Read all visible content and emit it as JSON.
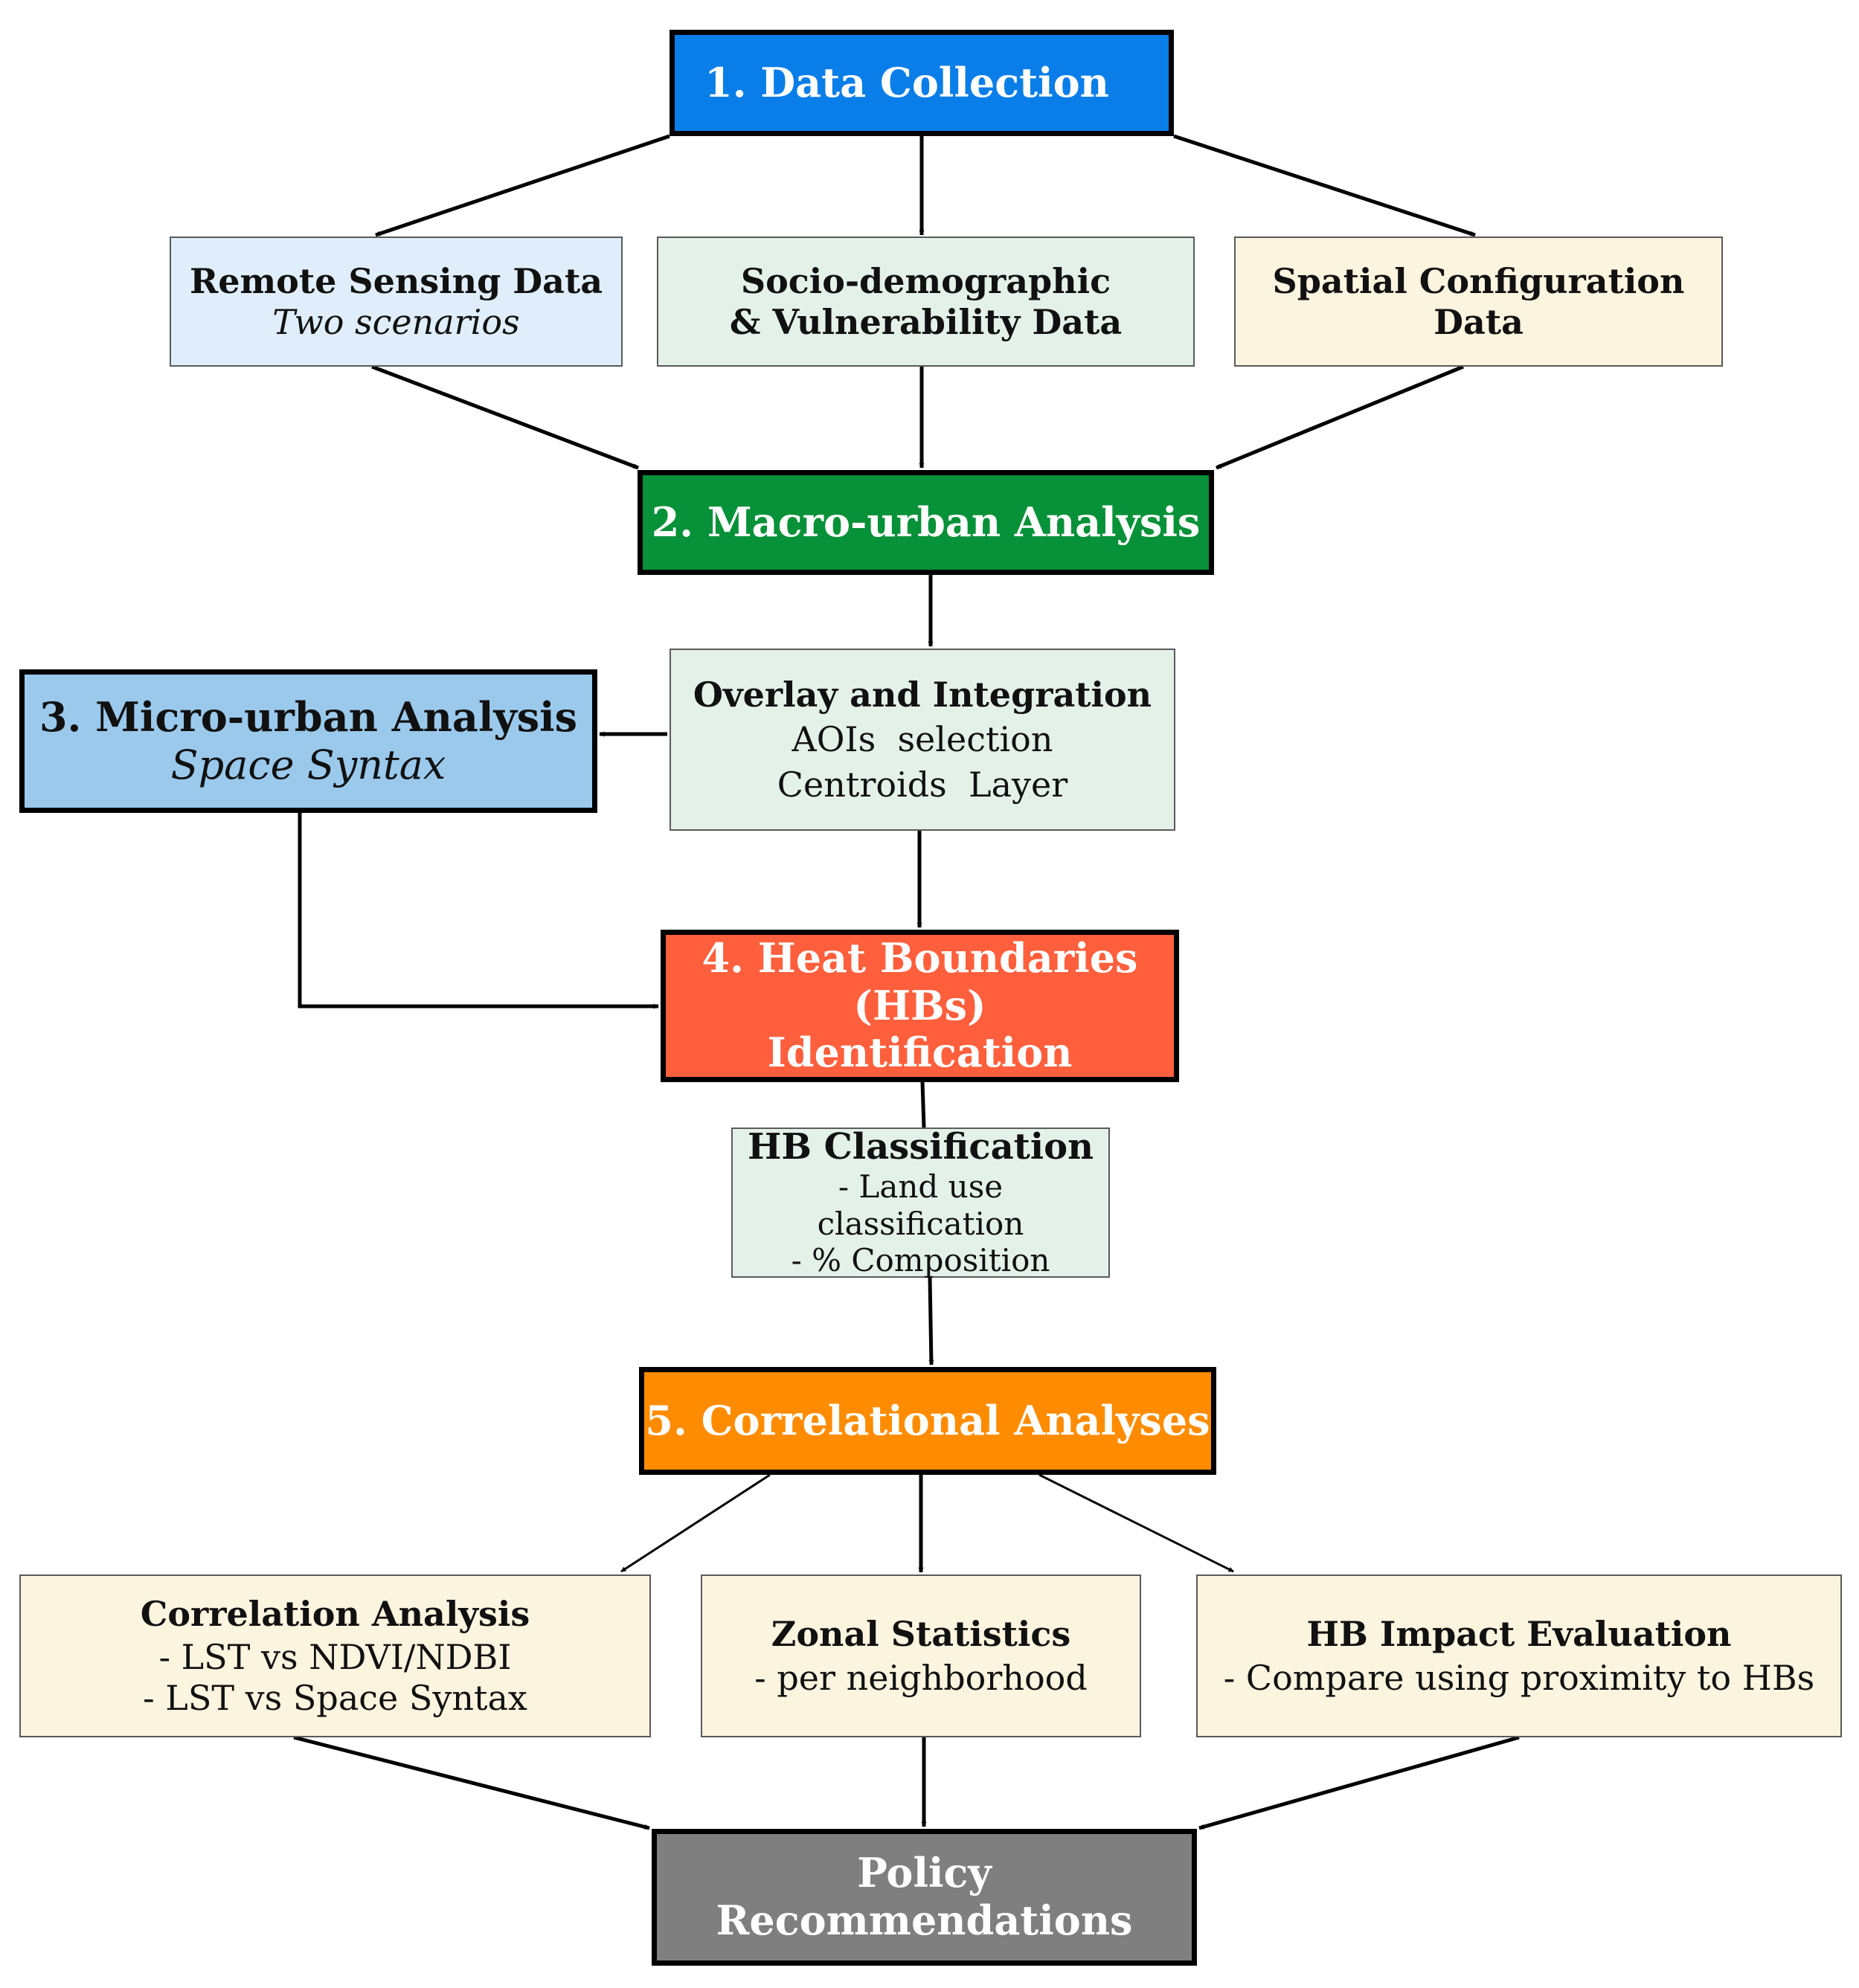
{
  "colors": {
    "data_collection": "#0a7ee8",
    "macro_urban": "#079138",
    "micro_urban": "#9ac9ec",
    "heat_boundaries": "#ff5f3c",
    "correlational": "#ff8c00",
    "policy": "#7f7f7f",
    "light_blue": "#dfeefa",
    "light_green": "#e3f1e8",
    "light_yellow": "#fbf4df"
  },
  "nodes": {
    "data_collection": {
      "title": "1. Data Collection"
    },
    "remote_sensing": {
      "title": "Remote Sensing Data",
      "subtitle": "Two scenarios"
    },
    "socio": {
      "line1": "Socio-demographic",
      "line2": "& Vulnerability Data"
    },
    "spatial": {
      "title": "Spatial Configuration Data"
    },
    "macro": {
      "title": "2. Macro-urban Analysis"
    },
    "overlay": {
      "title": "Overlay and Integration",
      "line1": "AOIs  selection",
      "line2": "Centroids  Layer"
    },
    "micro": {
      "title": "3. Micro-urban Analysis",
      "subtitle": "Space Syntax"
    },
    "heat": {
      "line1": "4. Heat Boundaries (HBs)",
      "line2": "Identification"
    },
    "hb_class": {
      "title": "HB Classification",
      "line1": "- Land use classification",
      "line2": "- % Composition"
    },
    "correlational": {
      "title": "5. Correlational Analyses"
    },
    "correlation_analysis": {
      "title": "Correlation Analysis",
      "line1": "- LST vs NDVI/NDBI",
      "line2": "- LST vs Space Syntax"
    },
    "zonal": {
      "title": "Zonal Statistics",
      "line1": "- per neighborhood"
    },
    "hb_impact": {
      "title": "HB Impact Evaluation",
      "line1": "- Compare using proximity to HBs"
    },
    "policy": {
      "title": "Policy Recommendations"
    }
  }
}
